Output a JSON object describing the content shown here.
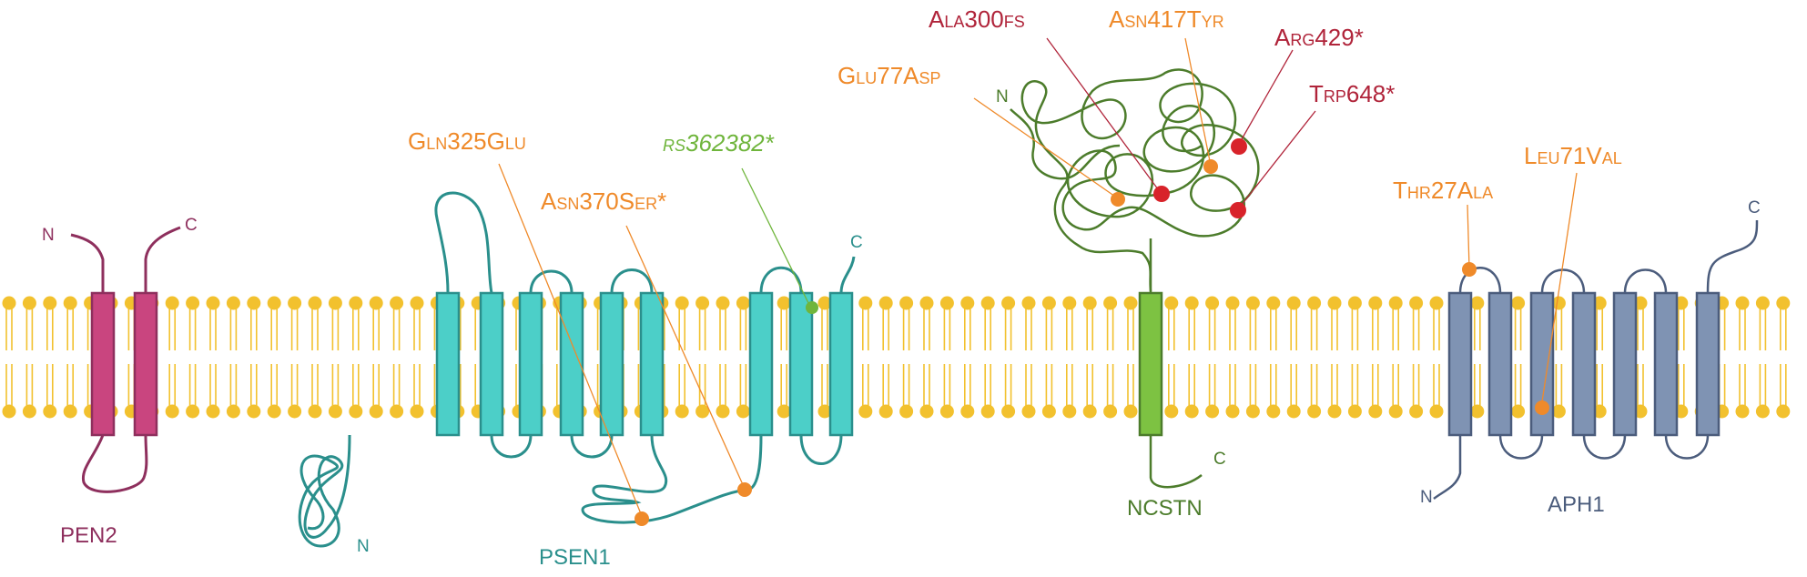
{
  "colors": {
    "membrane": "#f2c12e",
    "pen2": "#c9457f",
    "pen2_line": "#8e2f5d",
    "psen1": "#4ccfc8",
    "psen1_line": "#2a8f8c",
    "ncstn": "#7dc242",
    "ncstn_line": "#4c7c2b",
    "aph1": "#7f93b3",
    "aph1_line": "#4b5c7c",
    "orange": "#ef8a2a",
    "red": "#d8232a",
    "darkred": "#b0243a",
    "green": "#6fb53c"
  },
  "proteins": {
    "pen2": {
      "name": "PEN2",
      "n": "N",
      "c": "C"
    },
    "psen1": {
      "name": "PSEN1",
      "n": "N",
      "c": "C"
    },
    "ncstn": {
      "name": "NCSTN",
      "n": "N",
      "c": "C"
    },
    "aph1": {
      "name": "APH1",
      "n": "N",
      "c": "C"
    }
  },
  "variants": {
    "gln325glu": "Gln325Glu",
    "asn370ser": "Asn370Ser*",
    "rs362382": "rs362382*",
    "glu77asp": "Glu77Asp",
    "ala300fs": "Ala300fs",
    "asn417tyr": "Asn417Tyr",
    "arg429": "Arg429*",
    "trp648": "Trp648*",
    "thr27ala": "Thr27Ala",
    "leu71val": "Leu71Val"
  }
}
